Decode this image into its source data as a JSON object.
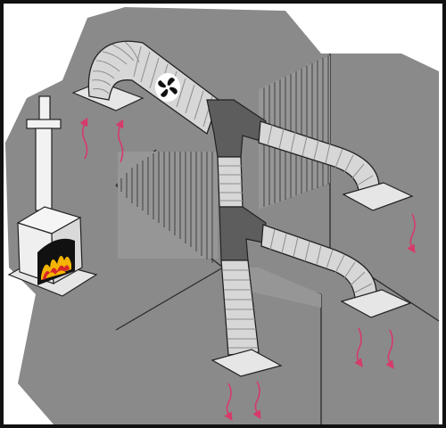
{
  "colors": {
    "frame": "#111111",
    "background": "#8a8a8a",
    "background_light": "#a9a9a9",
    "duct": "#d7d7d7",
    "duct_rib": "#9a9a9a",
    "duct_joint": "#5d5d5d",
    "outlet_plate": "#e6e6e6",
    "stove_body": "#efefef",
    "fire_red": "#d7262a",
    "fire_yellow": "#f4b400",
    "airflow_arrow": "#d63a6a"
  },
  "icons": {
    "fan": "fan-icon",
    "flame": "fire-flame-icon",
    "arrow": "wavy-arrow-icon"
  },
  "components": [
    "wood-burning-stove",
    "flue-pipe",
    "heat-intake",
    "fan-housing",
    "main-duct",
    "branch-duct-upper",
    "branch-duct-lower",
    "outlet-vents"
  ]
}
